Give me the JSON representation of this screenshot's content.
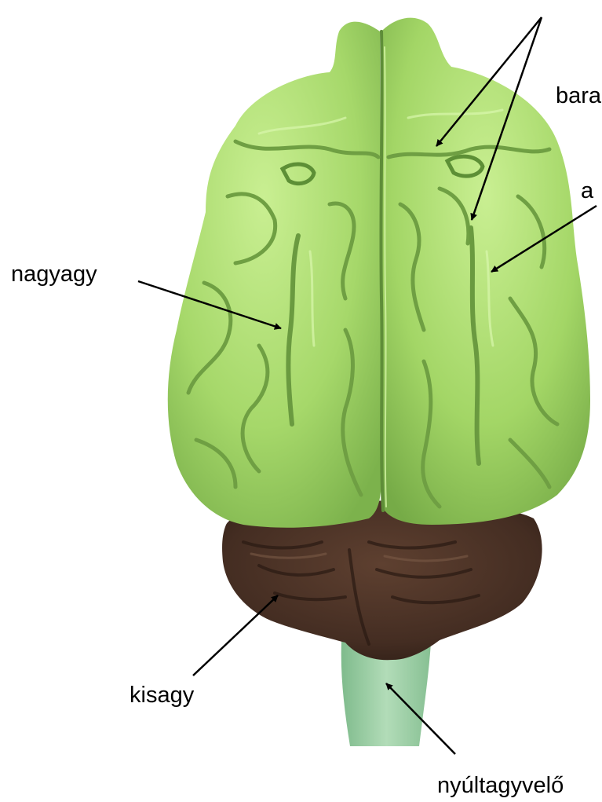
{
  "labels": {
    "barazda": "bara",
    "agytekervény": "a",
    "nagyagy": "nagyagy",
    "kisagy": "kisagy",
    "nyultagyvelo": "nyúltagyvelő"
  },
  "colors": {
    "cerebrum": "#a6d86a",
    "cerebrum_highlight": "#c6ec8e",
    "cerebrum_shadow": "#79b04a",
    "cerebellum": "#4a3226",
    "cerebellum_dark": "#2e1e16",
    "brainstem": "#9ccfa7",
    "arrow": "#000000"
  }
}
